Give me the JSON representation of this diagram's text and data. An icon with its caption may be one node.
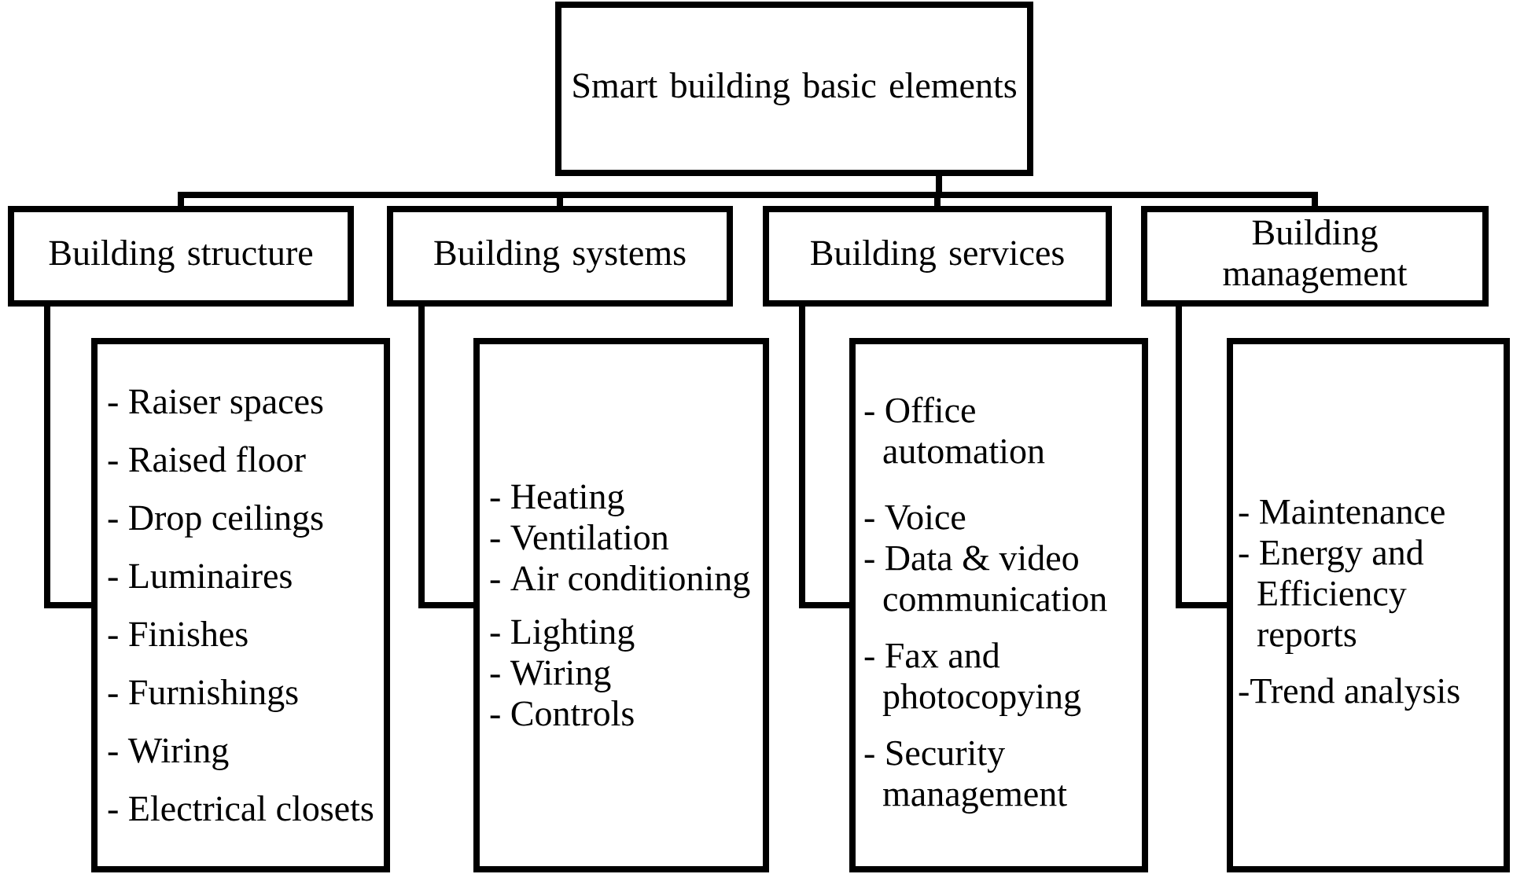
{
  "diagram": {
    "nodes": [
      {
        "text": [
          "Smart building basic elements"
        ]
      },
      {
        "text": [
          "Building structure"
        ]
      },
      {
        "text": [
          "Building systems"
        ]
      },
      {
        "text": [
          "Building services"
        ]
      },
      {
        "text": [
          "Building management"
        ]
      },
      {
        "text": [
          "- Raiser spaces",
          "- Raised floor",
          "- Drop ceilings",
          "- Luminaires",
          "- Finishes",
          "- Furnishings",
          "- Wiring",
          "- Electrical closets"
        ]
      },
      {
        "text": [
          "- Heating",
          "- Ventilation",
          "- Air conditioning",
          "- Lighting",
          "- Wiring",
          "- Controls"
        ]
      },
      {
        "text": [
          "- Office automation",
          "- Voice",
          "- Data & video communication",
          "- Fax and photocopying",
          "- Security management"
        ]
      },
      {
        "text": [
          "- Maintenance",
          "- Energy and Efficiency reports",
          "-Trend analysis"
        ]
      }
    ],
    "edges": [
      {
        "from": 0,
        "to": 1,
        "arrow": "none"
      },
      {
        "from": 0,
        "to": 2,
        "arrow": "none"
      },
      {
        "from": 0,
        "to": 3,
        "arrow": "none"
      },
      {
        "from": 0,
        "to": 4,
        "arrow": "none"
      },
      {
        "from": 1,
        "to": 5,
        "arrow": "none"
      },
      {
        "from": 2,
        "to": 6,
        "arrow": "none"
      },
      {
        "from": 3,
        "to": 7,
        "arrow": "none"
      },
      {
        "from": 4,
        "to": 8,
        "arrow": "none"
      }
    ]
  }
}
